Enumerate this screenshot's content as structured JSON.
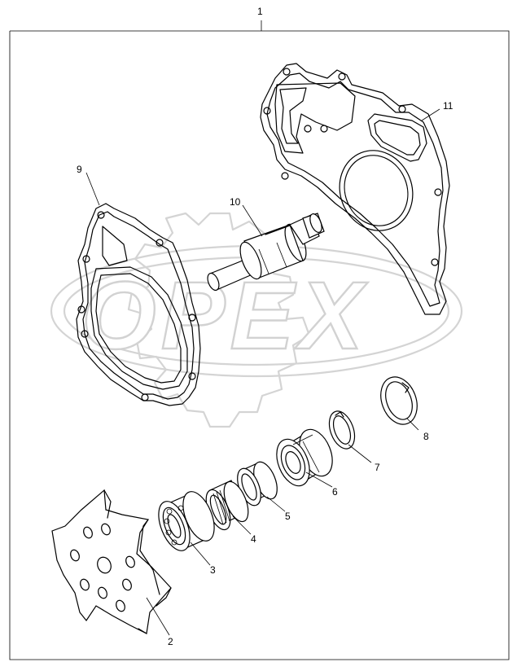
{
  "callouts": {
    "c1": "1",
    "c2": "2",
    "c3": "3",
    "c4": "4",
    "c5": "5",
    "c6": "6",
    "c7": "7",
    "c8": "8",
    "c9": "9",
    "c10": "10",
    "c11": "11"
  },
  "watermark": {
    "text": "OPEX"
  }
}
